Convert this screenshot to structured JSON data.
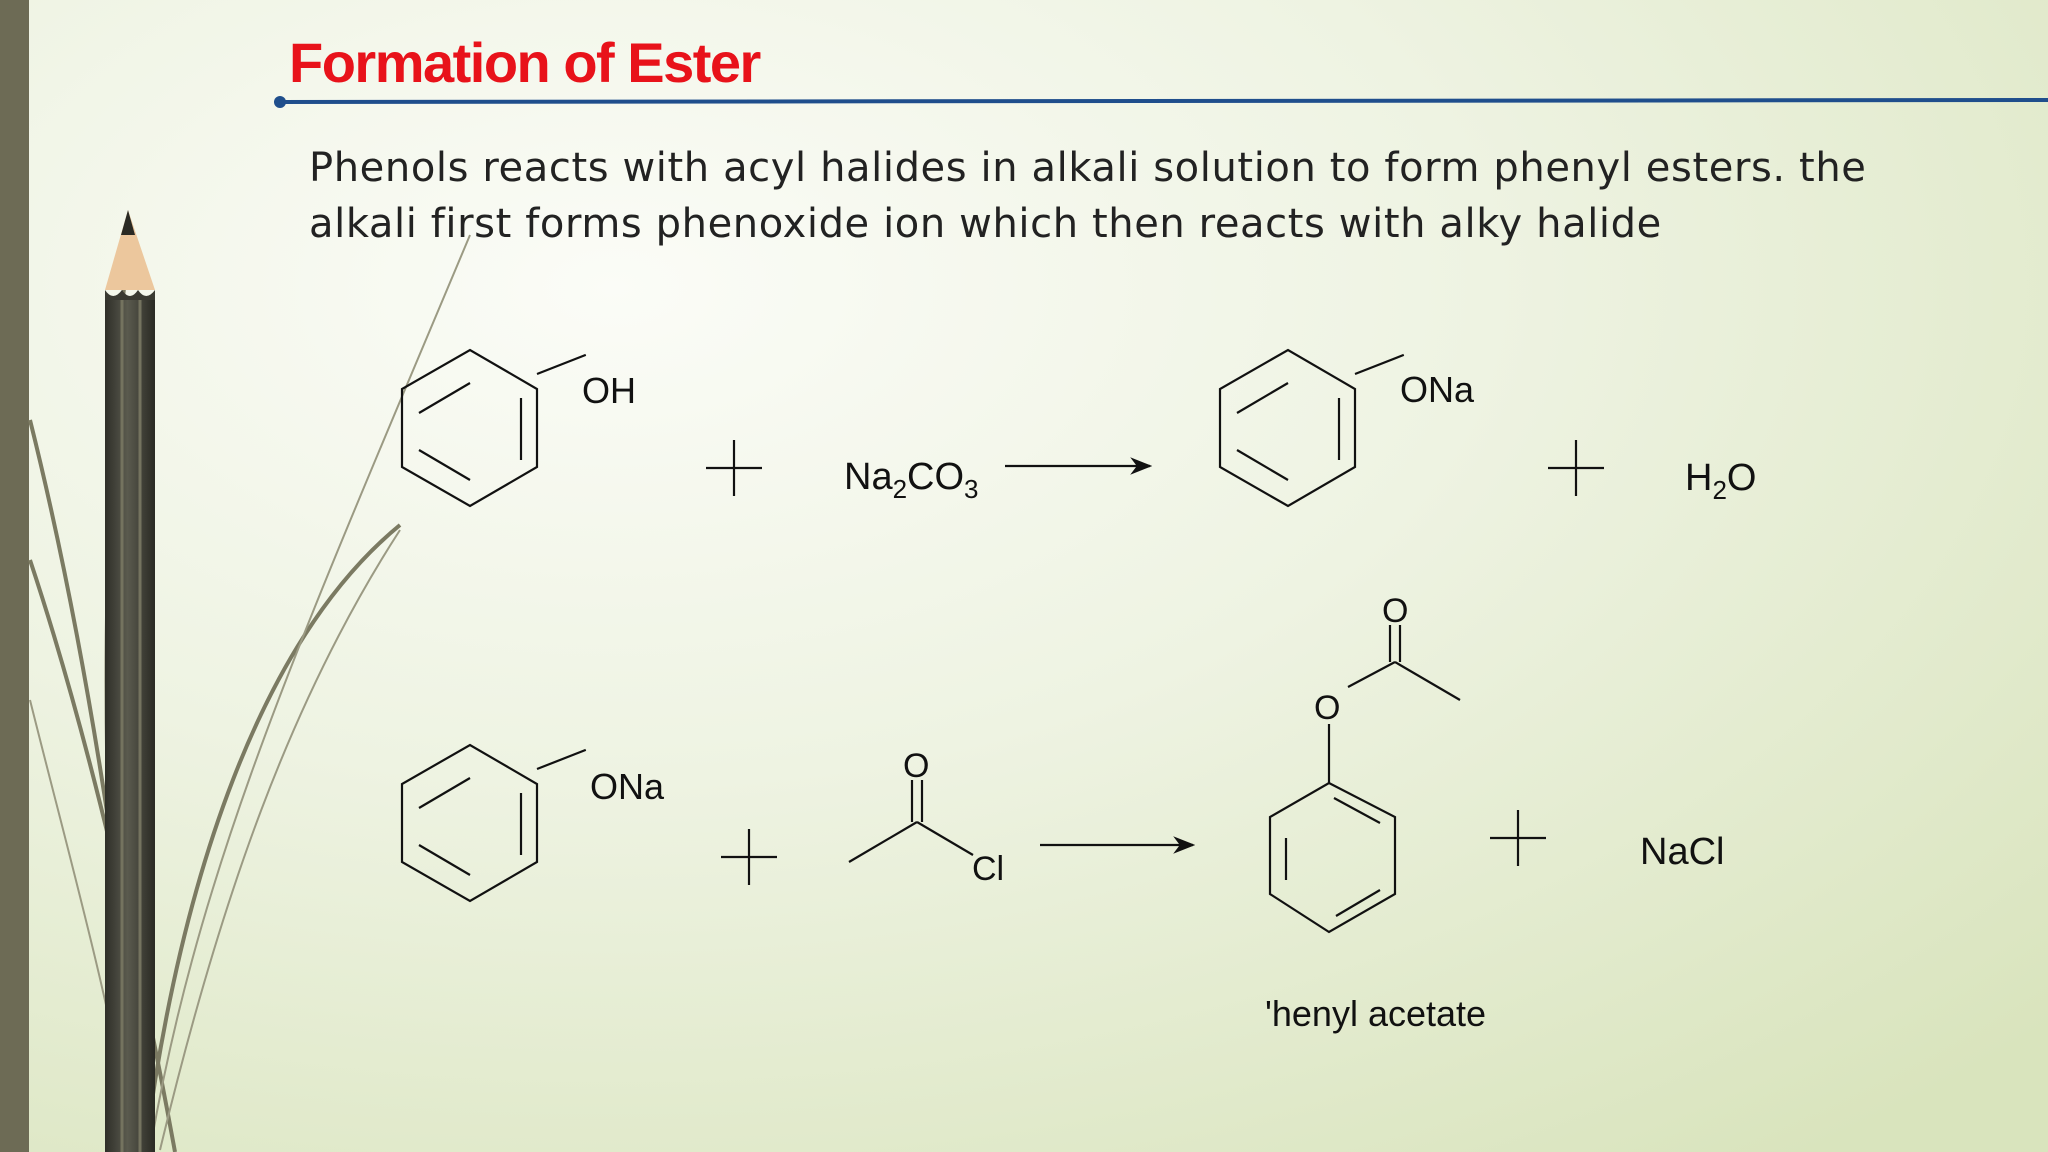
{
  "slide": {
    "title": "Formation of Ester",
    "intro_lines": [
      "Phenols reacts with acyl halides in alkali solution to form phenyl esters. the",
      "alkali first forms phenoxide ion which then reacts with alky halide"
    ]
  },
  "reaction1": {
    "reactant_substituent": "OH",
    "reagent": "Na",
    "reagent_sub1": "2",
    "reagent_mid": "CO",
    "reagent_sub2": "3",
    "product_substituent": "ONa",
    "byproduct": "H",
    "byproduct_sub": "2",
    "byproduct_end": "O"
  },
  "reaction2": {
    "reactant_substituent": "ONa",
    "acyl_oxygen": "O",
    "acyl_halogen": "Cl",
    "ester_carbonyl_oxygen": "O",
    "ester_oxygen": "O",
    "byproduct": "NaCl",
    "product_caption": "'henyl acetate"
  },
  "colors": {
    "title": "#e8121a",
    "rule": "#1f4e8c",
    "side_bar": "#6d6b55",
    "background_light": "#f7f9f2",
    "background_green": "#dfe8c6"
  }
}
